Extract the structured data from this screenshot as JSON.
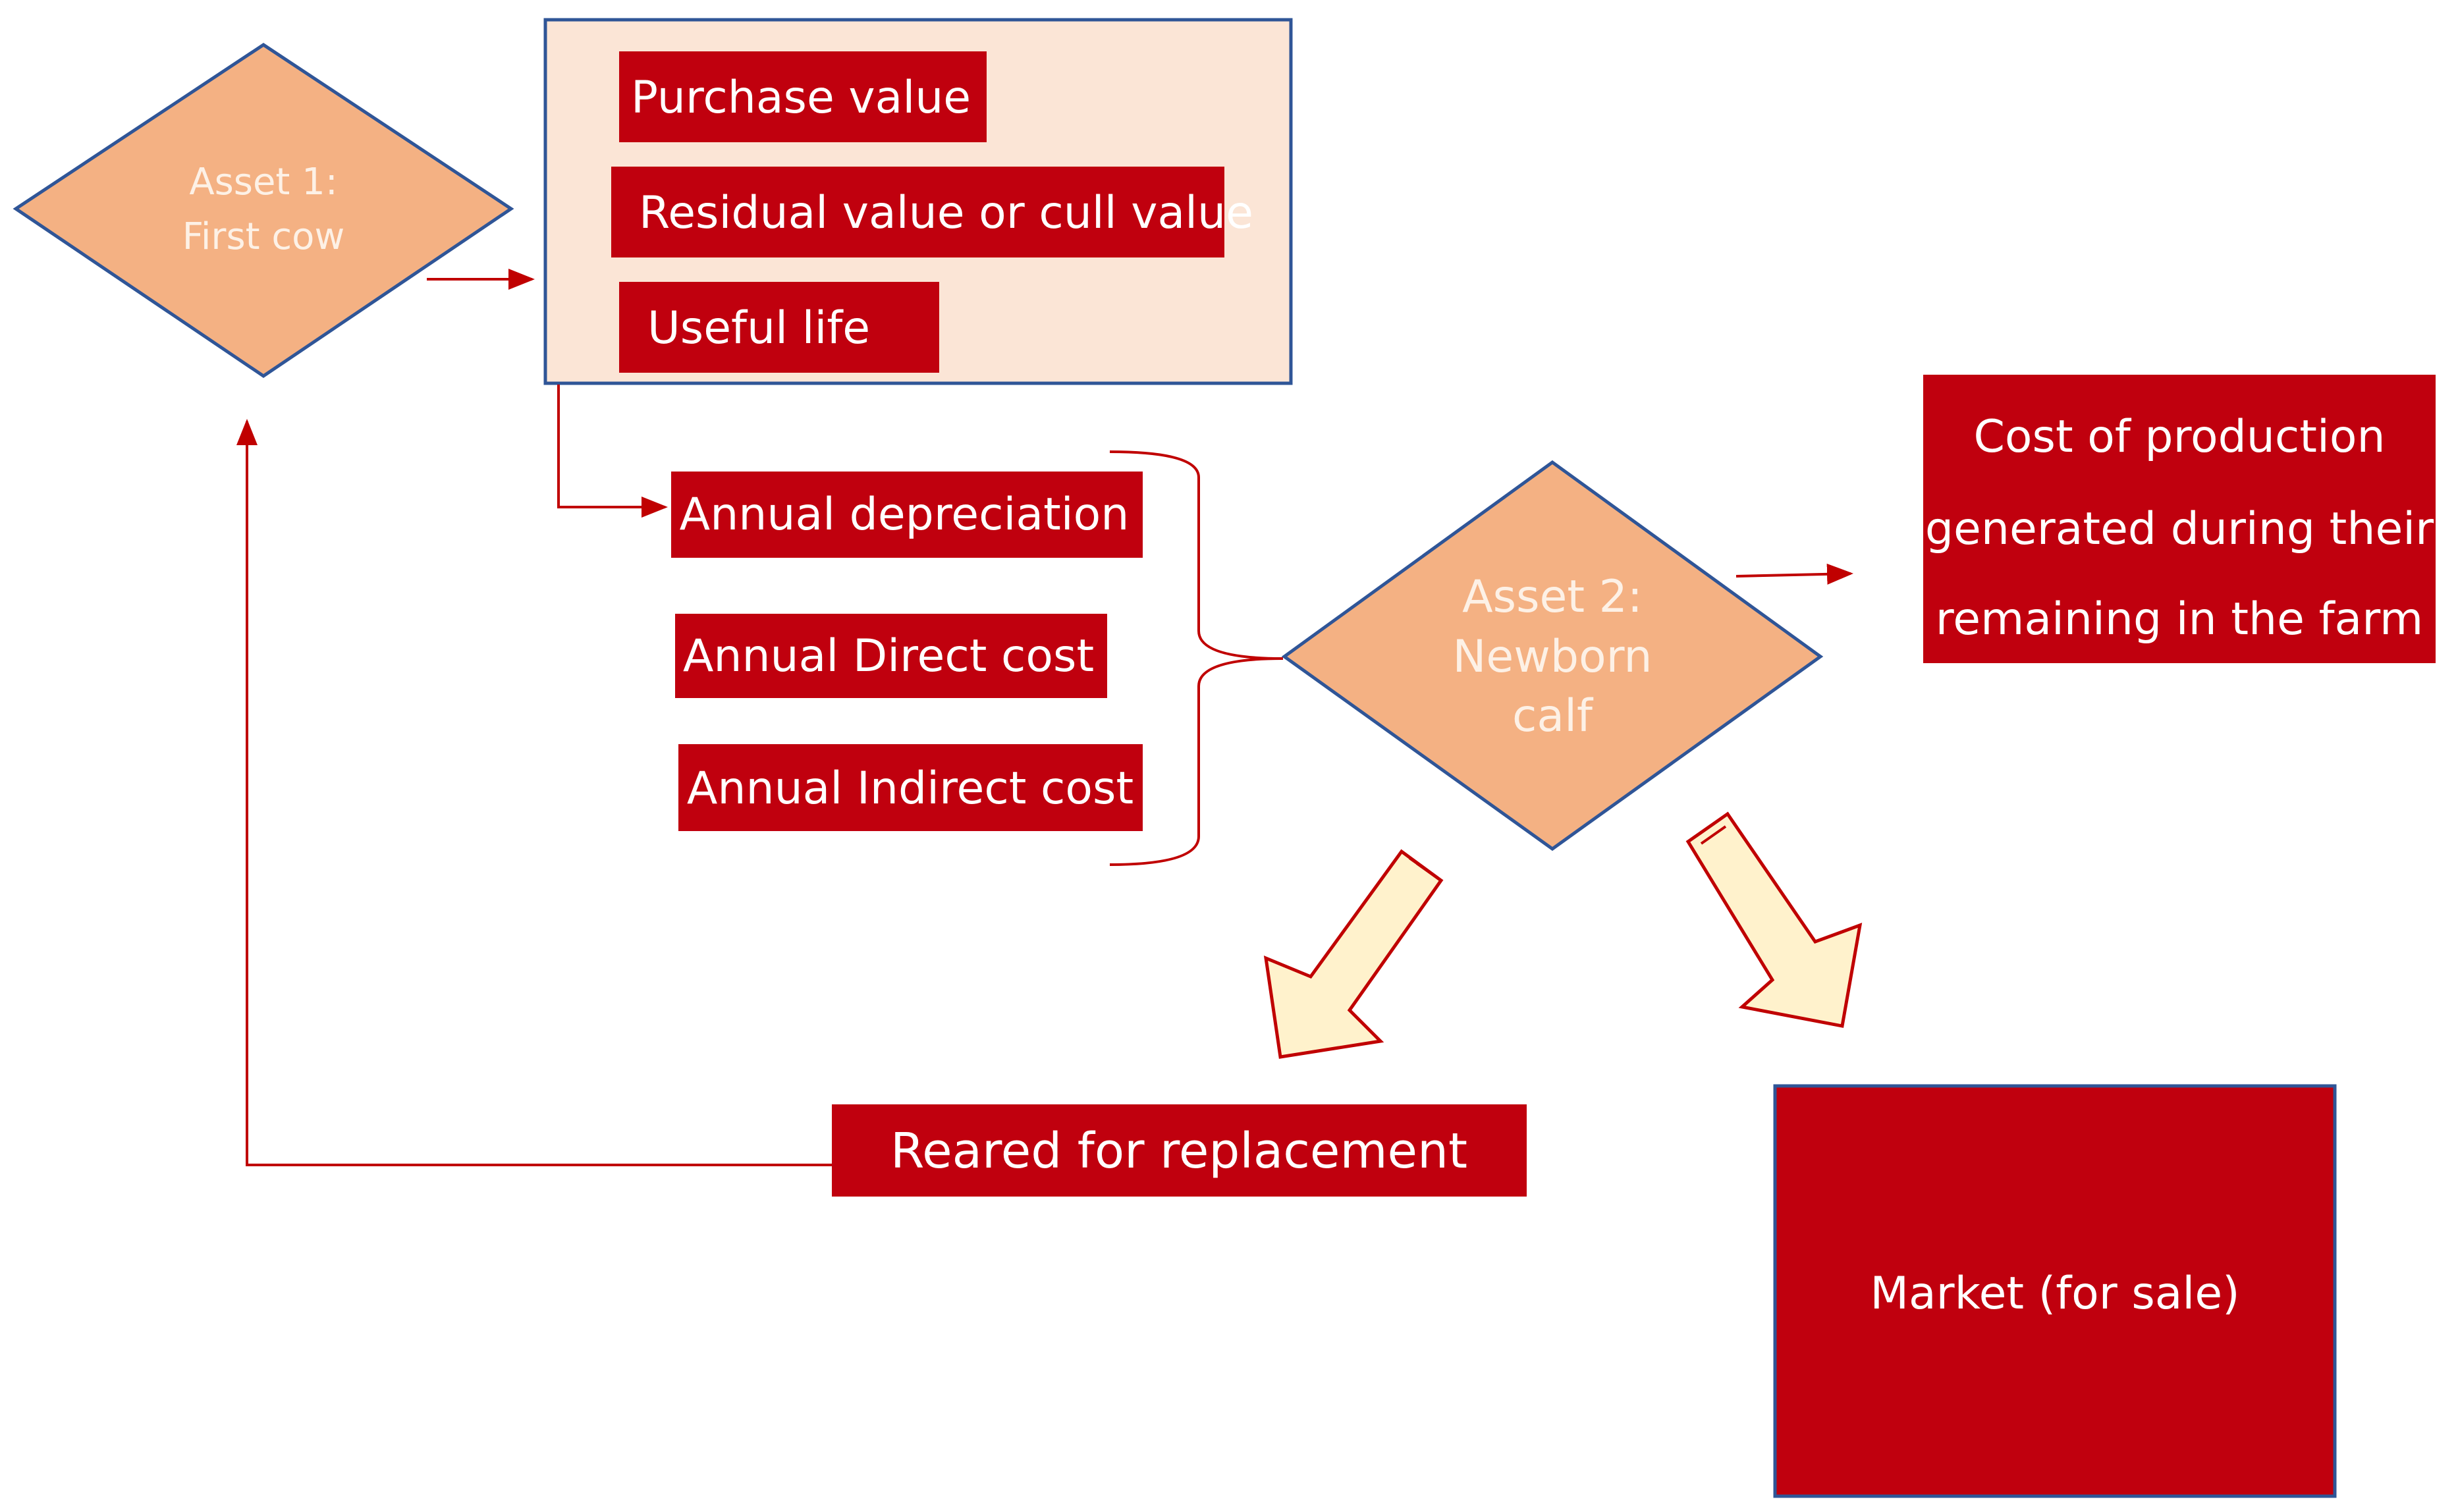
{
  "colors": {
    "red_box": "#c0000e",
    "diamond_fill": "#f4b183",
    "diamond_stroke": "#2f5597",
    "panel_fill": "#fbe5d6",
    "connector": "#c00000",
    "big_arrow_fill": "#fff2cc",
    "big_arrow_stroke": "#c00000"
  },
  "asset1": {
    "line1": "Asset 1:",
    "line2": "First cow"
  },
  "asset2": {
    "line1": "Asset 2:",
    "line2": "Newborn",
    "line3": "calf"
  },
  "panel": {
    "purchase_value": "Purchase value",
    "residual_value": "Residual value or cull value",
    "useful_life": "Useful life"
  },
  "costs": {
    "annual_depreciation": "Annual depreciation",
    "annual_direct": "Annual Direct cost",
    "annual_indirect": "Annual Indirect cost"
  },
  "cost_of_production": {
    "line1": "Cost of production",
    "line2": "generated during their",
    "line3": "remaining in the farm"
  },
  "reared": "Reared for replacement",
  "market": "Market (for sale)"
}
